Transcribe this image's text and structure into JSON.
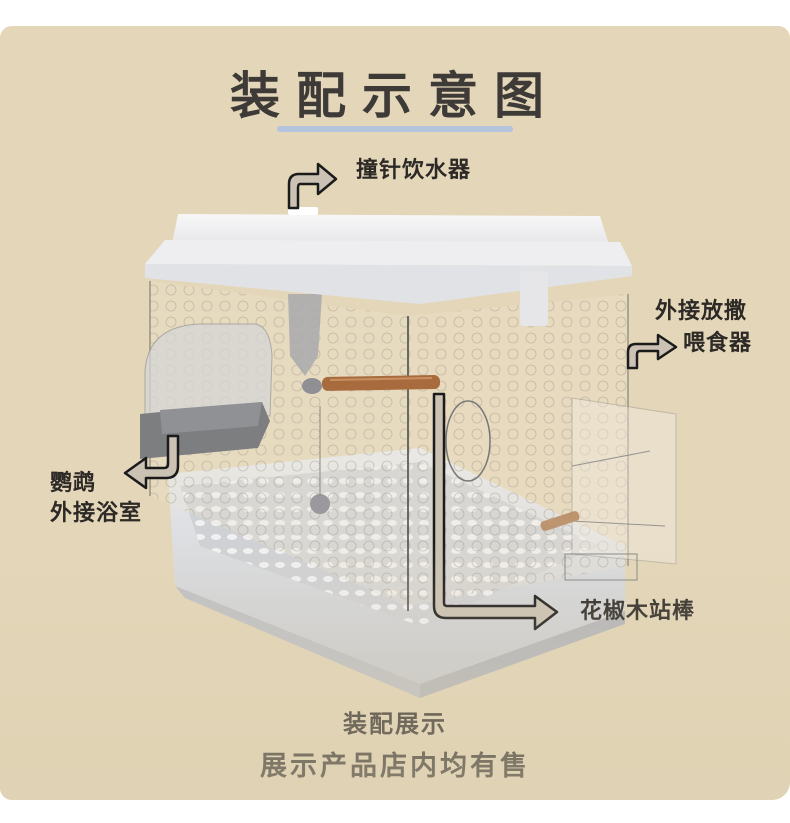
{
  "page": {
    "title": "装配示意图",
    "accent_underline_color": "#b5c4de",
    "background_color": "#e4d6b8"
  },
  "callouts": {
    "water_feeder": "撞针饮水器",
    "external_feeder_line1": "外接放撒",
    "external_feeder_line2": "喂食器",
    "bath_line1": "鹦鹉",
    "bath_line2": "外接浴室",
    "perch": "花椒木站棒"
  },
  "footer": {
    "line1": "装配展示",
    "line2": "展示产品店内均有售"
  },
  "image": {
    "subject": "acrylic bird cage assembly illustration",
    "parts": [
      "top lid",
      "water feeder",
      "bird bath",
      "wooden perch",
      "swing ring",
      "external feeder",
      "base tray"
    ]
  }
}
